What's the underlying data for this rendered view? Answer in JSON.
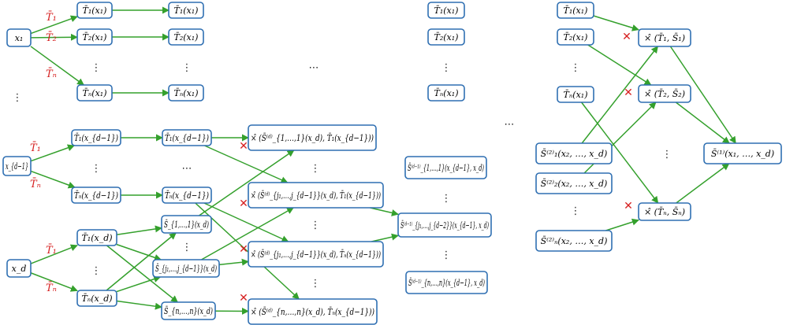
{
  "nodes": [
    {
      "id": "x1",
      "label": "x₁"
    },
    {
      "id": "T1x1a",
      "label": "T̄₁(x₁)"
    },
    {
      "id": "T2x1a",
      "label": "T̄₂(x₁)"
    },
    {
      "id": "Tnx1a",
      "label": "T̄ₙ(x₁)"
    },
    {
      "id": "T1x1b",
      "label": "T̄₁(x₁)"
    },
    {
      "id": "T2x1b",
      "label": "T̄₂(x₁)"
    },
    {
      "id": "Tnx1b",
      "label": "T̄ₙ(x₁)"
    },
    {
      "id": "T1x1c",
      "label": "T̄₁(x₁)"
    },
    {
      "id": "T2x1c",
      "label": "T̄₂(x₁)"
    },
    {
      "id": "Tnx1c",
      "label": "T̄ₙ(x₁)"
    },
    {
      "id": "xd1",
      "label": "x_{d−1}"
    },
    {
      "id": "T1xd1a",
      "label": "T̄₁(x_{d−1})"
    },
    {
      "id": "Tnxd1a",
      "label": "T̄ₙ(x_{d−1})"
    },
    {
      "id": "T1xd1b",
      "label": "T̄₁(x_{d−1})"
    },
    {
      "id": "Tnxd1b",
      "label": "T̄ₙ(x_{d−1})"
    },
    {
      "id": "xd",
      "label": "x_d"
    },
    {
      "id": "T1xd",
      "label": "T̄₁(x_d)"
    },
    {
      "id": "Tnxd",
      "label": "T̄ₙ(x_d)"
    },
    {
      "id": "S11",
      "label": "S̄_{1,…,1}(x_d)"
    },
    {
      "id": "Sj",
      "label": "S̄_{j₁,…,j_{d−1}}(x_d)"
    },
    {
      "id": "Snn",
      "label": "S̄_{n,…,n}(x_d)"
    },
    {
      "id": "P1",
      "label": "⨯̂ (S̄⁽ᵈ⁾_{1,…,1}(x_d), T̄₁(x_{d−1}))"
    },
    {
      "id": "P2",
      "label": "⨯̂ (S̄⁽ᵈ⁾_{j₁,…,j_{d−1}}(x_d), T̄₁(x_{d−1}))"
    },
    {
      "id": "P3",
      "label": "⨯̂ (S̄⁽ᵈ⁾_{j₁,…,j_{d−1}}(x_d), T̄ₙ(x_{d−1}))"
    },
    {
      "id": "P4",
      "label": "⨯̂ (S̄⁽ᵈ⁾_{n,…,n}(x_d), T̄ₙ(x_{d−1}))"
    },
    {
      "id": "Sd1a",
      "label": "S̄⁽ᵈ⁻¹⁾_{1,…,1}(x_{d−1}, x_d)"
    },
    {
      "id": "Sd1j",
      "label": "S̄⁽ᵈ⁻¹⁾_{j₁,…,j_{d−2}}(x_{d−1}, x_d)"
    },
    {
      "id": "Sd1n",
      "label": "S̄⁽ᵈ⁻¹⁾_{n,…,n}(x_{d−1}, x_d)"
    },
    {
      "id": "S21",
      "label": "S̄⁽²⁾₁(x₂, …, x_d)"
    },
    {
      "id": "S22",
      "label": "S̄⁽²⁾₂(x₂, …, x_d)"
    },
    {
      "id": "S2n",
      "label": "S̄⁽²⁾ₙ(x₂, …, x_d)"
    },
    {
      "id": "C1",
      "label": "⨯̂ (T̄₁, S̄₁)"
    },
    {
      "id": "C2",
      "label": "⨯̂ (T̄₂, S̄₂)"
    },
    {
      "id": "Cn",
      "label": "⨯̂ (T̄ₙ, S̄ₙ)"
    },
    {
      "id": "S1final",
      "label": "S̄⁽¹⁾(x₁, …, x_d)"
    }
  ],
  "edge_labels": [
    "T̄₁",
    "T̄₂",
    "T̄ₙ",
    "T̄₁",
    "T̄ₙ",
    "T̄₁",
    "T̄ₙ"
  ],
  "marks": [
    "✕",
    "✕",
    "✕",
    "✕",
    "✕",
    "✕",
    "✕"
  ],
  "dots": [
    "⋮",
    "⋮",
    "⋯",
    "⋮",
    "⋮",
    "⋮",
    "⋯",
    "⋮",
    "⋮",
    "⋮",
    "⋮",
    "⋮",
    "⋮",
    "⋮",
    "⋮",
    "⋮",
    "⋮"
  ],
  "colors": {
    "node_border": "#2f6fb2",
    "edge": "#34a02c",
    "edge_label": "#d62020"
  }
}
